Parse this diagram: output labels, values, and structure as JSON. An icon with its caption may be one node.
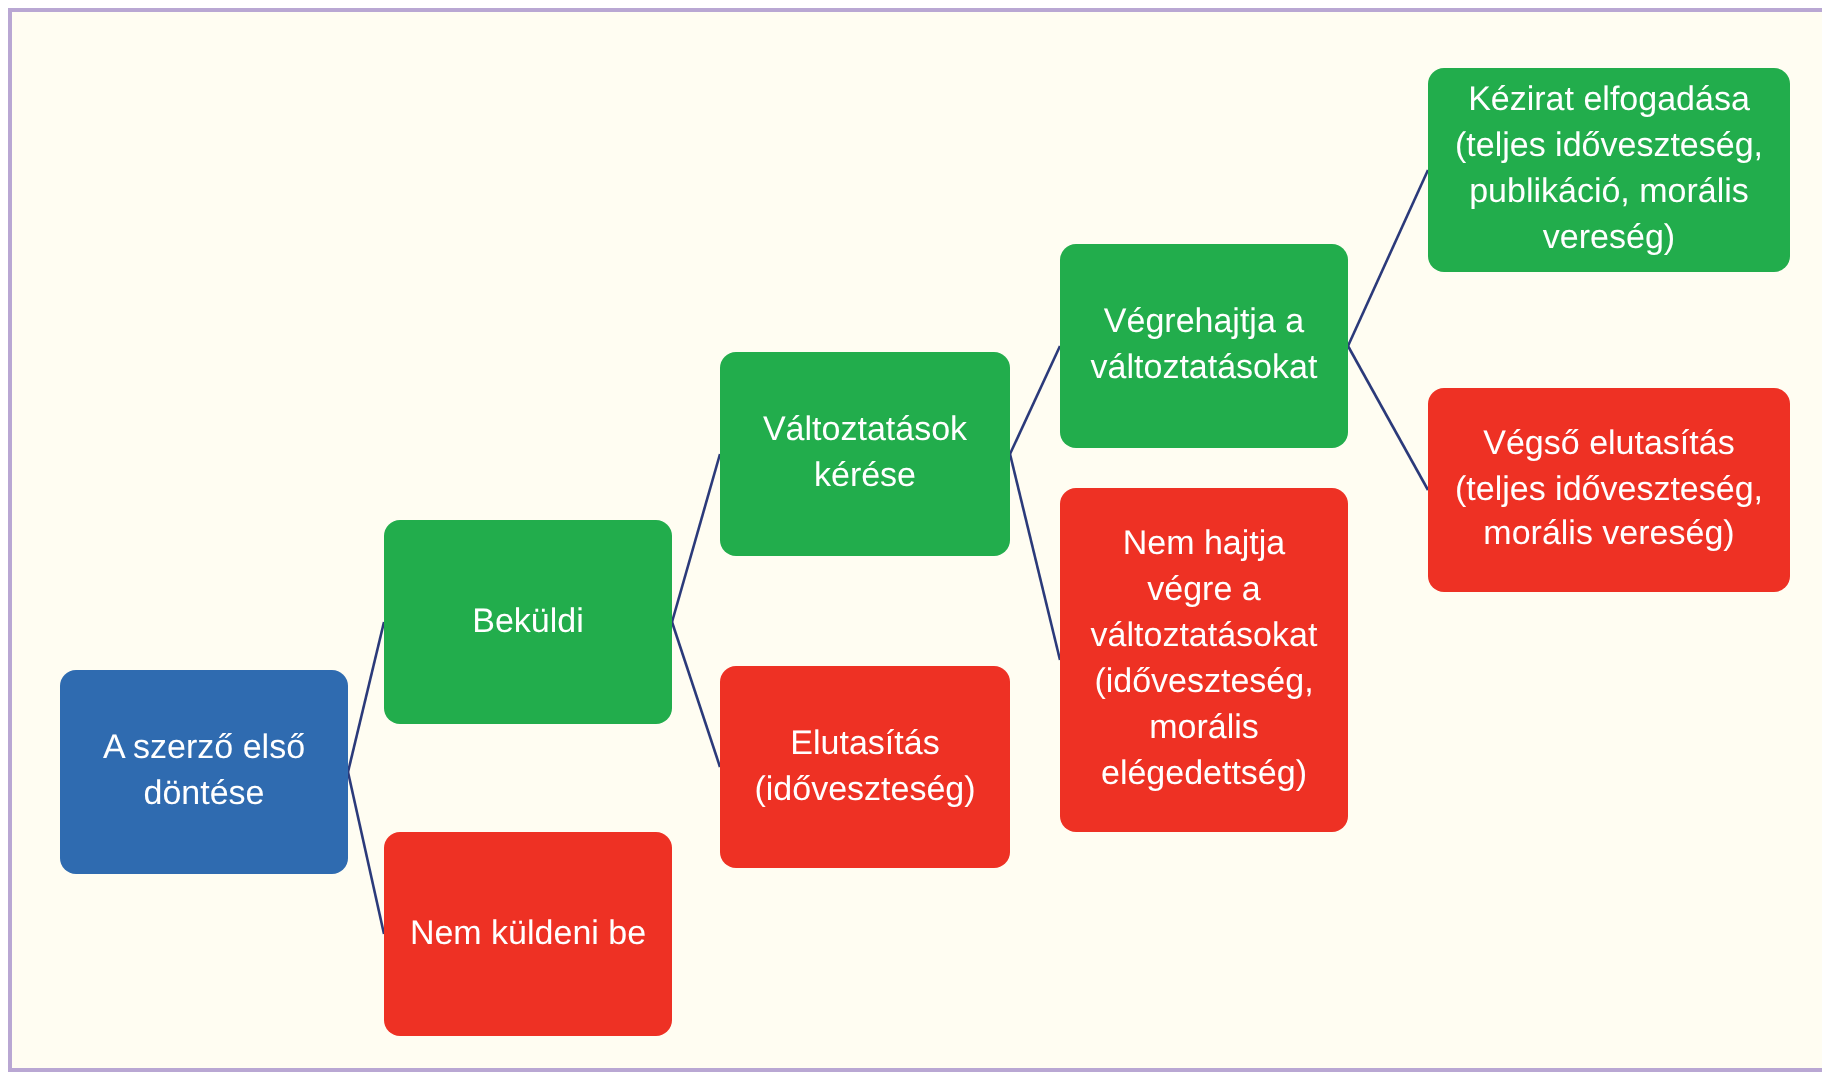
{
  "diagram": {
    "nodes": [
      {
        "text": [
          "A szerző első döntése"
        ]
      },
      {
        "text": [
          "Beküldi"
        ]
      },
      {
        "text": [
          "Nem küldeni be"
        ]
      },
      {
        "text": [
          "Változtatások kérése"
        ]
      },
      {
        "text": [
          "Elutasítás (időveszteség)"
        ]
      },
      {
        "text": [
          "Végrehajtja a változtatásokat"
        ]
      },
      {
        "text": [
          "Nem hajtja végre a változtatásokat (időveszteség, morális elégedettség)"
        ]
      },
      {
        "text": [
          "Kézirat elfogadása (teljes időveszteség, publikáció, morális vereség)"
        ]
      },
      {
        "text": [
          "Végső elutasítás (teljes időveszteség, morális vereség)"
        ]
      }
    ],
    "edges": [
      {
        "from": 0,
        "to": 1,
        "arrow": "none"
      },
      {
        "from": 0,
        "to": 2,
        "arrow": "none"
      },
      {
        "from": 1,
        "to": 3,
        "arrow": "none"
      },
      {
        "from": 1,
        "to": 4,
        "arrow": "none"
      },
      {
        "from": 3,
        "to": 5,
        "arrow": "none"
      },
      {
        "from": 3,
        "to": 6,
        "arrow": "none"
      },
      {
        "from": 5,
        "to": 7,
        "arrow": "none"
      },
      {
        "from": 5,
        "to": 8,
        "arrow": "none"
      }
    ]
  }
}
